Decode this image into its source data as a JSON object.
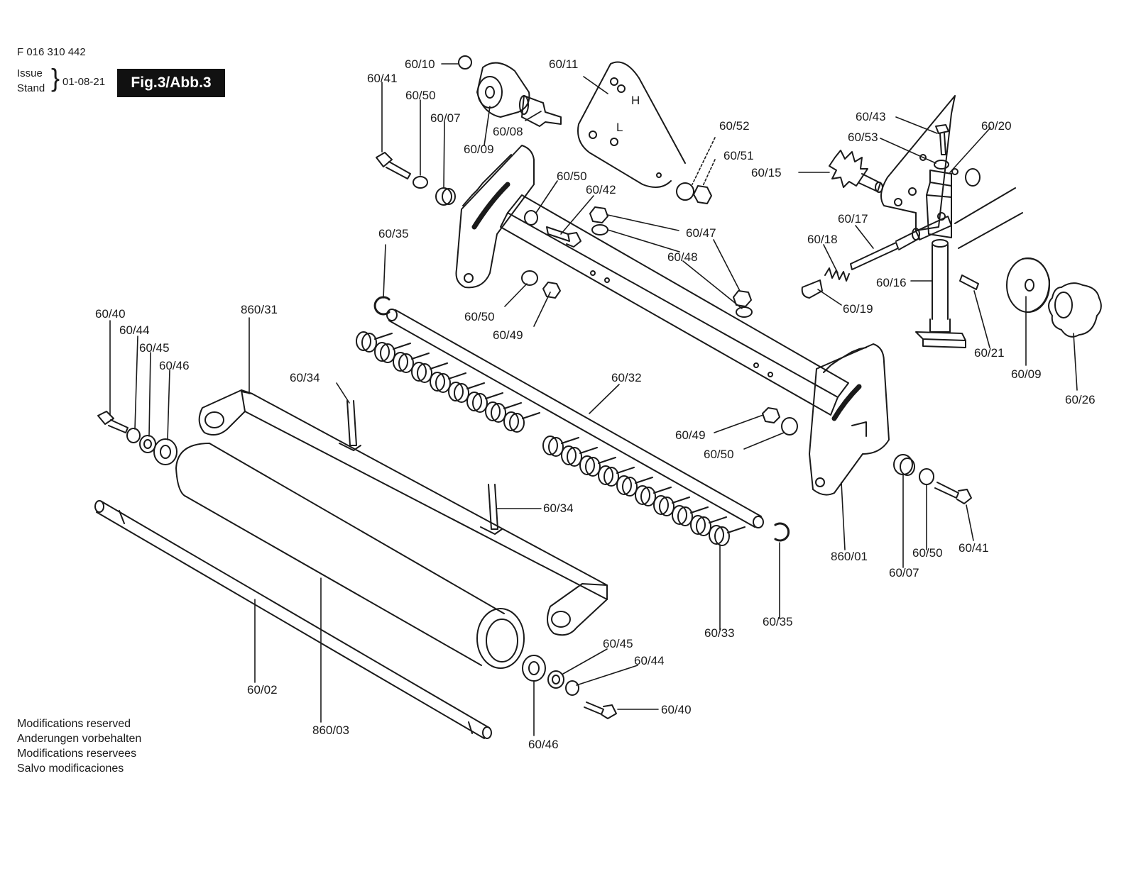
{
  "header": {
    "doc_number": "F 016 310 442",
    "issue_label": "Issue",
    "stand_label": "Stand",
    "issue_date": "01-08-21",
    "figure_badge": "Fig.3/Abb.3"
  },
  "footnotes": [
    "Modifications reserved",
    "Anderungen vorbehalten",
    "Modifications reservees",
    "Salvo modificaciones"
  ],
  "parts": {
    "p60_10": "60/10",
    "p60_11": "60/11",
    "p60_41a": "60/41",
    "p60_50a": "60/50",
    "p60_07a": "60/07",
    "p60_08": "60/08",
    "p60_09a": "60/09",
    "p60_52": "60/52",
    "p60_51": "60/51",
    "p60_50b": "60/50",
    "p60_42": "60/42",
    "p60_47": "60/47",
    "p60_48": "60/48",
    "p60_35a": "60/35",
    "p60_50c": "60/50",
    "p60_49a": "60/49",
    "p60_43": "60/43",
    "p60_53": "60/53",
    "p60_20": "60/20",
    "p60_15": "60/15",
    "p60_17": "60/17",
    "p60_18": "60/18",
    "p60_16": "60/16",
    "p60_19": "60/19",
    "p60_21": "60/21",
    "p60_09b": "60/09",
    "p60_26": "60/26",
    "p60_40a": "60/40",
    "p60_44a": "60/44",
    "p60_45a": "60/45",
    "p60_46a": "60/46",
    "p860_31": "860/31",
    "p60_34a": "60/34",
    "p60_32": "60/32",
    "p60_49b": "60/49",
    "p60_50d": "60/50",
    "p60_34b": "60/34",
    "p860_01": "860/01",
    "p60_07b": "60/07",
    "p60_50e": "60/50",
    "p60_41b": "60/41",
    "p60_33": "60/33",
    "p60_35b": "60/35",
    "p60_45b": "60/45",
    "p60_44b": "60/44",
    "p60_40b": "60/40",
    "p60_02": "60/02",
    "p860_03": "860/03",
    "p60_46b": "60/46",
    "p_H": "H",
    "p_L": "L"
  }
}
